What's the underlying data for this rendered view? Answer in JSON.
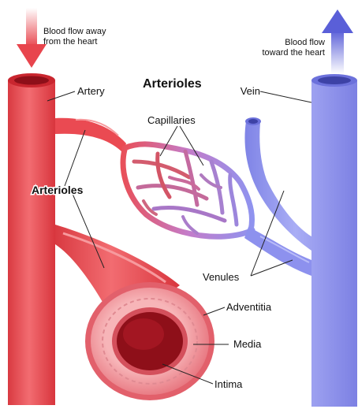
{
  "labels": {
    "flow_away_line1": "Blood flow away",
    "flow_away_line2": "from the heart",
    "flow_toward_line1": "Blood flow",
    "flow_toward_line2": "toward the heart",
    "artery": "Artery",
    "title_arterioles": "Arterioles",
    "vein": "Vein",
    "capillaries": "Capillaries",
    "arterioles": "Arterioles",
    "venules": "Venules",
    "adventitia": "Adventitia",
    "media": "Media",
    "intima": "Intima"
  },
  "colors": {
    "artery": "#e8484f",
    "artery_light": "#f4878a",
    "vein": "#8f93ef",
    "vein_light": "#b8bbf7",
    "capillary_mix": "#c07bc8",
    "vessel_wall": "#f0a3a8",
    "lumen": "#8e0f19"
  }
}
